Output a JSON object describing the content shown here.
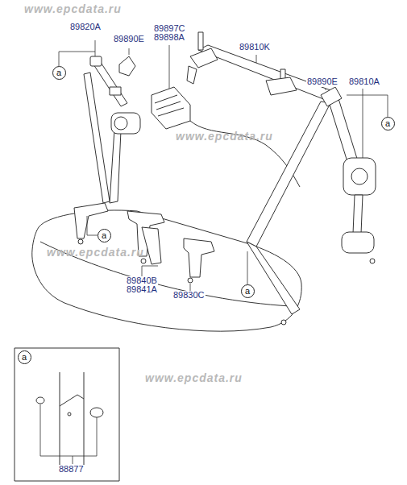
{
  "diagram": {
    "nodes": [
      {
        "text": [
          "a"
        ]
      },
      {
        "text": [
          "a"
        ]
      },
      {
        "text": [
          "a"
        ]
      },
      {
        "text": [
          "a"
        ]
      },
      {
        "text": [
          "a"
        ]
      }
    ],
    "edges": [],
    "labels": [
      "www.epcdata.ru",
      "www.epcdata.ru",
      "www.epcdata.ru",
      "www.epcdata.ru",
      "89820A",
      "89890E",
      "89897C",
      "89898A",
      "89810K",
      "89890E",
      "89810A",
      "89840B",
      "89841A",
      "89830C",
      "88877"
    ]
  }
}
